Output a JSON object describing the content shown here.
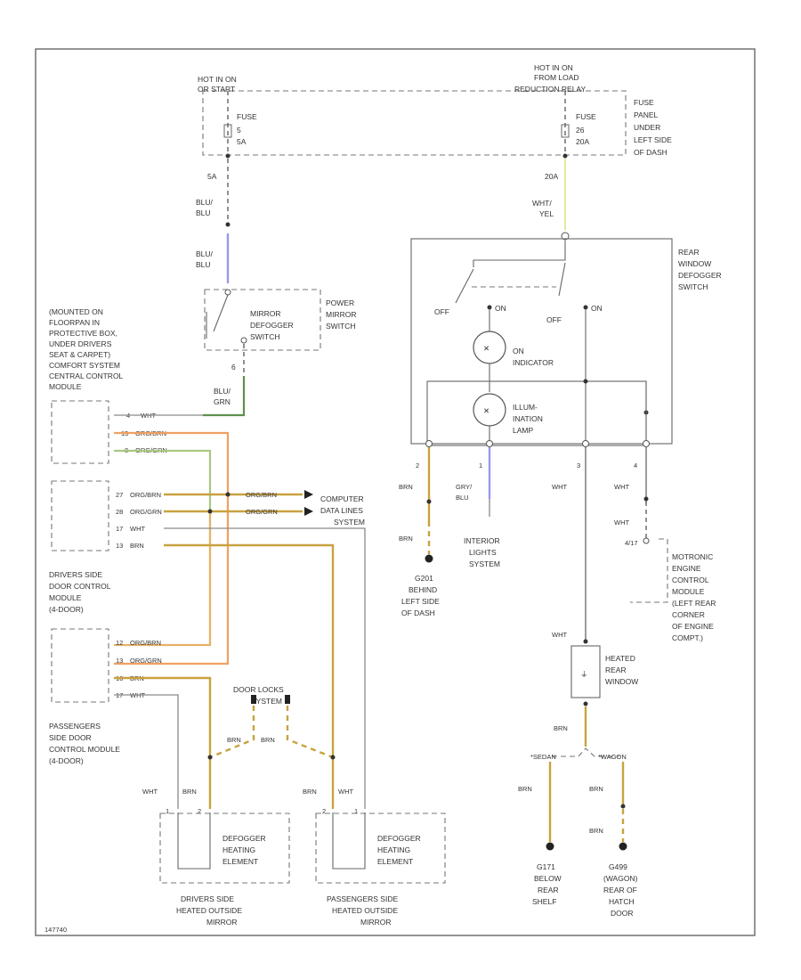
{
  "labels": {
    "hot_left_1": "HOT IN ON",
    "hot_left_2": "OR START",
    "hot_right_1": "HOT IN ON",
    "hot_right_2": "FROM LOAD",
    "hot_right_3": "REDUCTION RELAY",
    "fuse_left_1": "FUSE",
    "fuse_left_2": "5",
    "fuse_left_3": "5A",
    "fuse_right_1": "FUSE",
    "fuse_right_2": "26",
    "fuse_right_3": "20A",
    "fuse_panel_1": "FUSE",
    "fuse_panel_2": "PANEL",
    "fuse_panel_3": "UNDER",
    "fuse_panel_4": "LEFT SIDE",
    "fuse_panel_5": "OF DASH",
    "pin_5a": "5A",
    "pin_20a": "20A",
    "blu_1a": "BLU/",
    "blu_1b": "BLU",
    "blu_2a": "BLU/",
    "blu_2b": "BLU",
    "wht_yel_a": "WHT/",
    "wht_yel_b": "YEL",
    "mirror_sw_1": "MIRROR",
    "mirror_sw_2": "DEFOGGER",
    "mirror_sw_3": "SWITCH",
    "power_mirror_1": "POWER",
    "power_mirror_2": "MIRROR",
    "power_mirror_3": "SWITCH",
    "rear_def_1": "REAR",
    "rear_def_2": "WINDOW",
    "rear_def_3": "DEFOGGER",
    "rear_def_4": "SWITCH",
    "off_1": "OFF",
    "on_1": "ON",
    "off_2": "OFF",
    "on_2": "ON",
    "on_ind_1": "ON",
    "on_ind_2": "INDICATOR",
    "illum_1": "ILLUM-",
    "illum_2": "INATION",
    "illum_3": "LAMP",
    "pin_6": "6",
    "blu_grn_a": "BLU/",
    "blu_grn_b": "GRN",
    "ccm_1": "(MOUNTED ON",
    "ccm_2": "FLOORPAN IN",
    "ccm_3": "PROTECTIVE BOX,",
    "ccm_4": "UNDER DRIVERS",
    "ccm_5": "SEAT & CARPET)",
    "ccm_6": "COMFORT SYSTEM",
    "ccm_7": "CENTRAL CONTROL",
    "ccm_8": "MODULE",
    "ccm_p1": "4",
    "ccm_p1w": "WHT",
    "ccm_p2": "15",
    "ccm_p2w": "ORG/BRN",
    "ccm_p3": "8",
    "ccm_p3w": "ORG/GRN",
    "dr_p1": "27",
    "dr_p1w": "ORG/BRN",
    "dr_p2": "28",
    "dr_p2w": "ORG/GRN",
    "dr_p3": "17",
    "dr_p3w": "WHT",
    "dr_p4": "13",
    "dr_p4w": "BRN",
    "cdl_w1": "ORG/BRN",
    "cdl_w2": "ORG/GRN",
    "cdl_1": "COMPUTER",
    "cdl_2": "DATA LINES",
    "cdl_3": "SYSTEM",
    "dr_mod_1": "DRIVERS SIDE",
    "dr_mod_2": "DOOR CONTROL",
    "dr_mod_3": "MODULE",
    "dr_mod_4": "(4-DOOR)",
    "ps_p1": "12",
    "ps_p1w": "ORG/BRN",
    "ps_p2": "13",
    "ps_p2w": "ORG/GRN",
    "ps_p3": "16",
    "ps_p3w": "BRN",
    "ps_p4": "17",
    "ps_p4w": "WHT",
    "ps_mod_1": "PASSENGERS",
    "ps_mod_2": "SIDE DOOR",
    "ps_mod_3": "CONTROL MODULE",
    "ps_mod_4": "(4-DOOR)",
    "dls_1": "DOOR LOCKS",
    "dls_2": "SYSTEM",
    "brn_1": "BRN",
    "brn_2": "BRN",
    "dr_w_wht": "WHT",
    "dr_w_brn": "BRN",
    "ps_w_brn": "BRN",
    "ps_w_wht": "WHT",
    "dr_el_p1": "1",
    "dr_el_p2": "2",
    "ps_el_p1": "2",
    "ps_el_p2": "1",
    "def_el_1a": "DEFOGGER",
    "def_el_1b": "HEATING",
    "def_el_1c": "ELEMENT",
    "def_el_2a": "DEFOGGER",
    "def_el_2b": "HEATING",
    "def_el_2c": "ELEMENT",
    "dr_mir_1": "DRIVERS SIDE",
    "dr_mir_2": "HEATED OUTSIDE",
    "dr_mir_3": "MIRROR",
    "ps_mir_1": "PASSENGERS SIDE",
    "ps_mir_2": "HEATED OUTSIDE",
    "ps_mir_3": "MIRROR",
    "sw_pin_2": "2",
    "sw_pin_1": "1",
    "sw_pin_3": "3",
    "sw_pin_4": "4",
    "sw_brn_1": "BRN",
    "sw_brn_2": "BRN",
    "gry_blu_a": "GRY/",
    "gry_blu_b": "BLU",
    "sw_wht_3": "WHT",
    "sw_wht_4": "WHT",
    "sw_wht_4b": "WHT",
    "g201_1": "G201",
    "g201_2": "BEHIND",
    "g201_3": "LEFT SIDE",
    "g201_4": "OF DASH",
    "ils_1": "INTERIOR",
    "ils_2": "LIGHTS",
    "ils_3": "SYSTEM",
    "motronic_pin": "4/17",
    "motronic_1": "MOTRONIC",
    "motronic_2": "ENGINE",
    "motronic_3": "CONTROL",
    "motronic_4": "MODULE",
    "motronic_5": "(LEFT REAR",
    "motronic_6": "CORNER",
    "motronic_7": "OF ENGINE",
    "motronic_8": "COMPT.)",
    "hrw_wht": "WHT",
    "hrw_1": "HEATED",
    "hrw_2": "REAR",
    "hrw_3": "WINDOW",
    "hrw_brn": "BRN",
    "sedan": "*SEDAN",
    "wagon": "*WAGON",
    "rb_1": "BRN",
    "rb_2": "BRN",
    "rb_3": "BRN",
    "g171_1": "G171",
    "g171_2": "BELOW",
    "g171_3": "REAR",
    "g171_4": "SHELF",
    "g499_1": "G499",
    "g499_2": "(WAGON)",
    "g499_3": "REAR OF",
    "g499_4": "HATCH",
    "g499_5": "DOOR",
    "footer": "147740"
  }
}
